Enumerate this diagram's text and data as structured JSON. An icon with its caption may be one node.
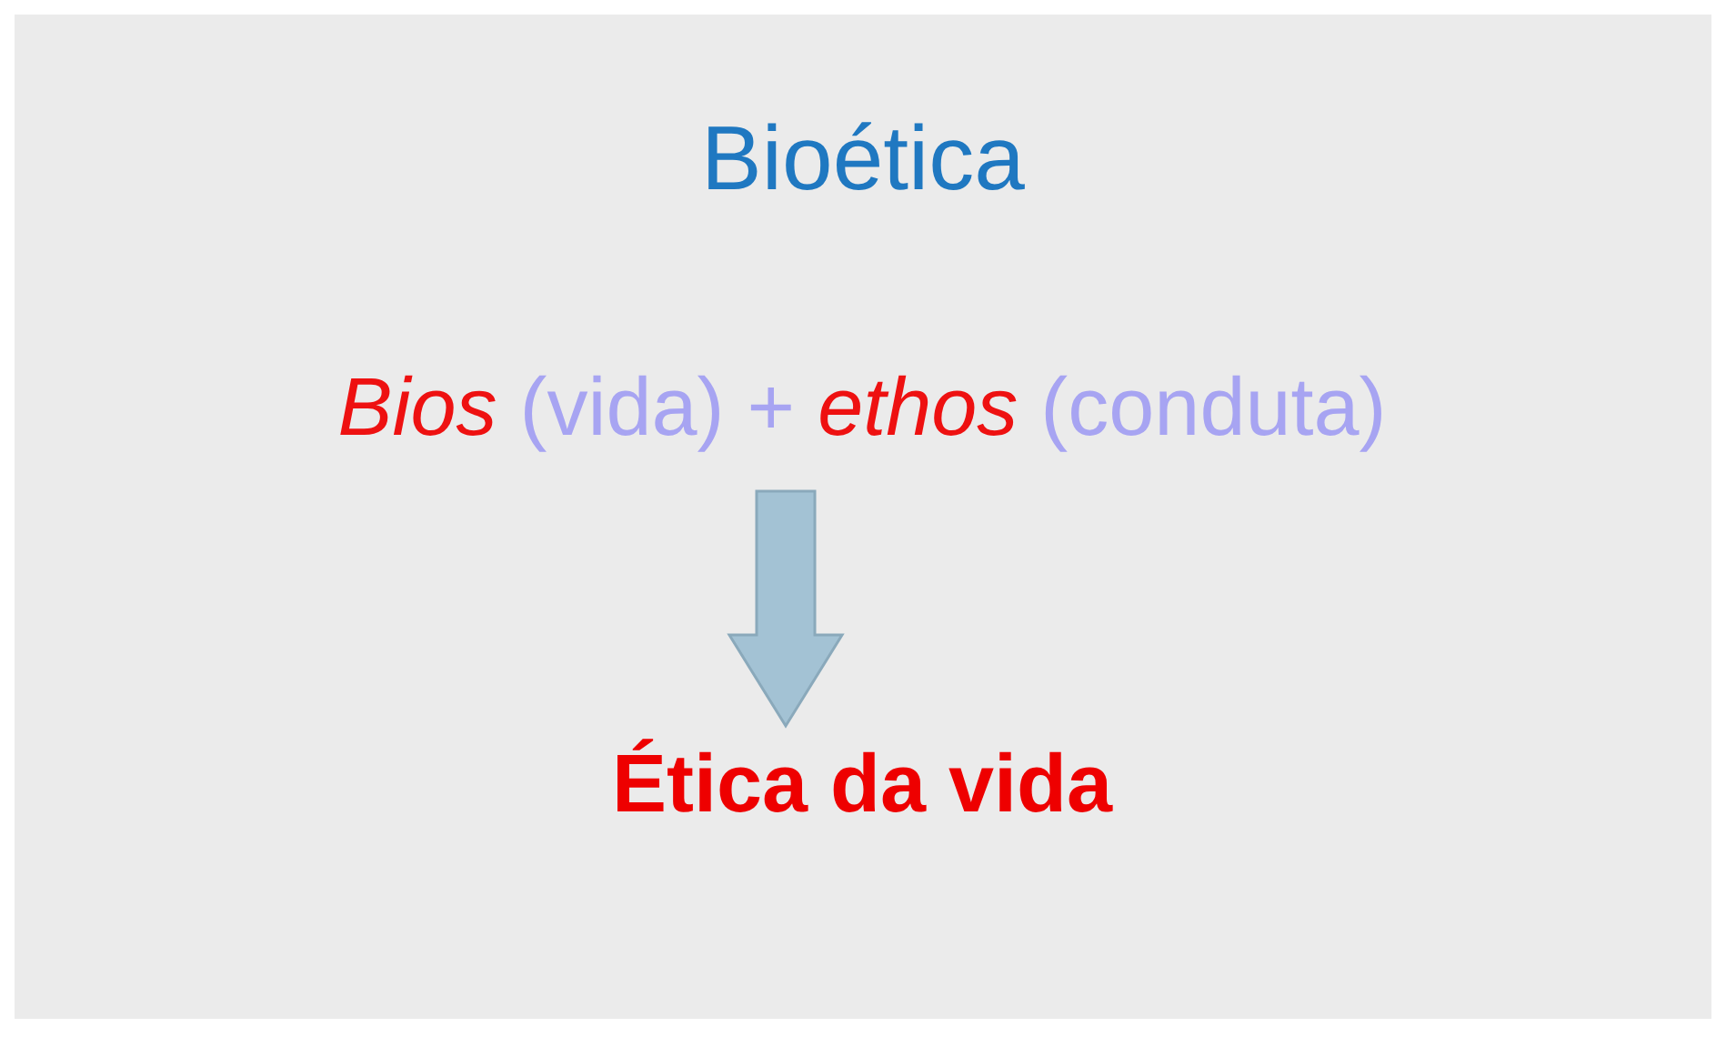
{
  "diagram": {
    "title": "Bioética",
    "nodes": [
      {
        "text": [
          "*Bios* (vida) + *ethos* (conduta)"
        ]
      },
      {
        "text": [
          "Ética da vida"
        ]
      }
    ],
    "edges": [
      {
        "from": 0,
        "to": 1,
        "arrow": "to",
        "style": "thick"
      }
    ]
  }
}
